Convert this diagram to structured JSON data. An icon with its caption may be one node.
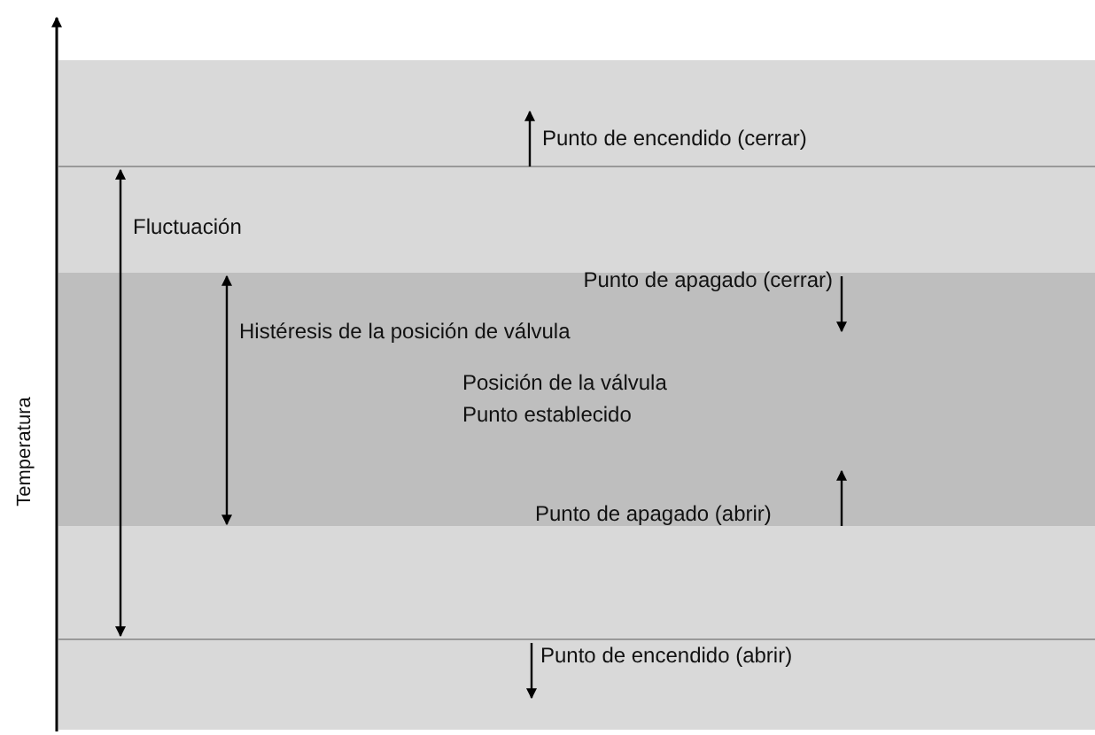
{
  "diagram": {
    "labels": [
      "Temperatura",
      "Punto de encendido (cerrar)",
      "Fluctuación",
      "Punto de apagado (cerrar)",
      "Histéresis de la posición de válvula",
      "Posición de la válvula",
      "Punto establecido",
      "Punto de apagado (abrir)",
      "Punto de encendido (abrir)"
    ]
  }
}
